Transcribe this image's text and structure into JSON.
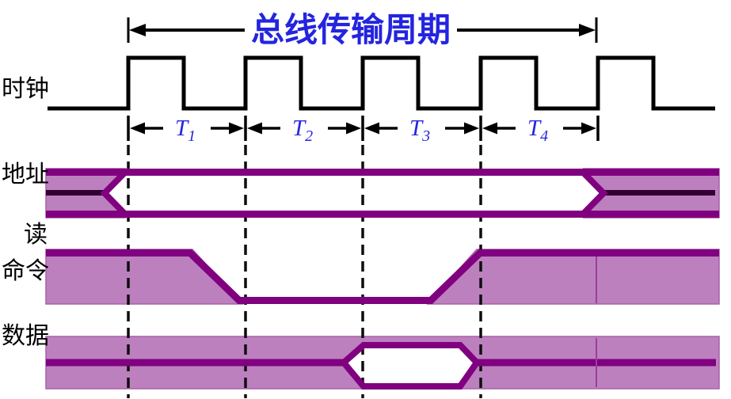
{
  "title": {
    "text": "总线传输周期"
  },
  "signals": {
    "clock": {
      "label": "时钟"
    },
    "address": {
      "label": "地址"
    },
    "read_command": {
      "label_line1": "读",
      "label_line2": "命令"
    },
    "data": {
      "label": "数据"
    }
  },
  "periods": [
    {
      "name": "T",
      "sub": "1"
    },
    {
      "name": "T",
      "sub": "2"
    },
    {
      "name": "T",
      "sub": "3"
    },
    {
      "name": "T",
      "sub": "4"
    }
  ],
  "colors": {
    "waveform_black": "#000000",
    "bus_rail_purple": "#800080",
    "bus_fill_light": "#bd80be",
    "address_center_dark": "#330033",
    "thin_border": "#a85fa8",
    "annotation_blue": "#2424e0",
    "background": "#ffffff"
  }
}
